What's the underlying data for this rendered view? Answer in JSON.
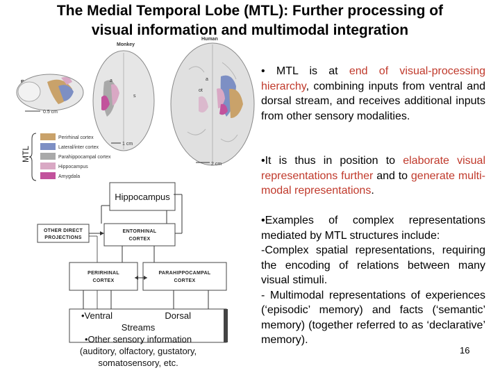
{
  "slide": {
    "title_line1": "The Medial Temporal Lobe (MTL): Further processing of",
    "title_line2": "visual information and multimodal integration",
    "page_number": "16"
  },
  "figure": {
    "species": {
      "rat": "Rat",
      "monkey": "Monkey",
      "human": "Human"
    },
    "scales": {
      "rat": "0.5 cm",
      "monkey": "1 cm",
      "human": "2 cm"
    },
    "mtl_label": "MTL",
    "legend": [
      {
        "label": "Perirhinal cortex",
        "color": "#c9a26a"
      },
      {
        "label": "Lateral/inter cortex",
        "color": "#7d8fc4"
      },
      {
        "label": "Parahippocampal cortex",
        "color": "#a9a9a9"
      },
      {
        "label": "Hippocampus",
        "color": "#d9a8c4"
      },
      {
        "label": "Amygdala",
        "color": "#c2529c"
      }
    ],
    "brain_letters": {
      "a": "a",
      "s": "s",
      "ot": "ot"
    }
  },
  "diagram": {
    "hippocampus": "Hippocampus",
    "other_direct_line1": "OTHER DIRECT",
    "other_direct_line2": "PROJECTIONS",
    "entorhinal_line1": "ENTORHINAL",
    "entorhinal_line2": "CORTEX",
    "perirhinal_line1": "PERIRHINAL",
    "perirhinal_line2": "CORTEX",
    "parahippocampal_line1": "PARAHIPPOCAMPAL",
    "parahippocampal_line2": "CORTEX",
    "inputs_ventral": "•Ventral",
    "inputs_dorsal": "Dorsal",
    "inputs_streams": "Streams",
    "inputs_line3": "•Other sensory information",
    "inputs_line4": "(auditory, olfactory, gustatory,",
    "inputs_line5": "somatosensory, etc."
  },
  "bullets": {
    "b1_a": "• MTL is at ",
    "b1_red": "end of visual-processing hierarchy",
    "b1_b": ", combining inputs from ventral and dorsal stream, and receives additional inputs from other sensory modalities.",
    "b2_a": "•It is thus in position to ",
    "b2_red1": "elaborate visual representations further",
    "b2_b": " and to ",
    "b2_red2": "generate multi-modal representations",
    "b2_c": ".",
    "b3_l1": "•Examples of complex representations mediated by MTL structures include:",
    "b3_l2": "-Complex spatial representations, requiring the encoding of relations between many visual stimuli.",
    "b3_l3": "- Multimodal representations of experiences (‘episodic’ memory) and facts (‘semantic’ memory) (together referred to as ‘declarative’ memory)."
  }
}
